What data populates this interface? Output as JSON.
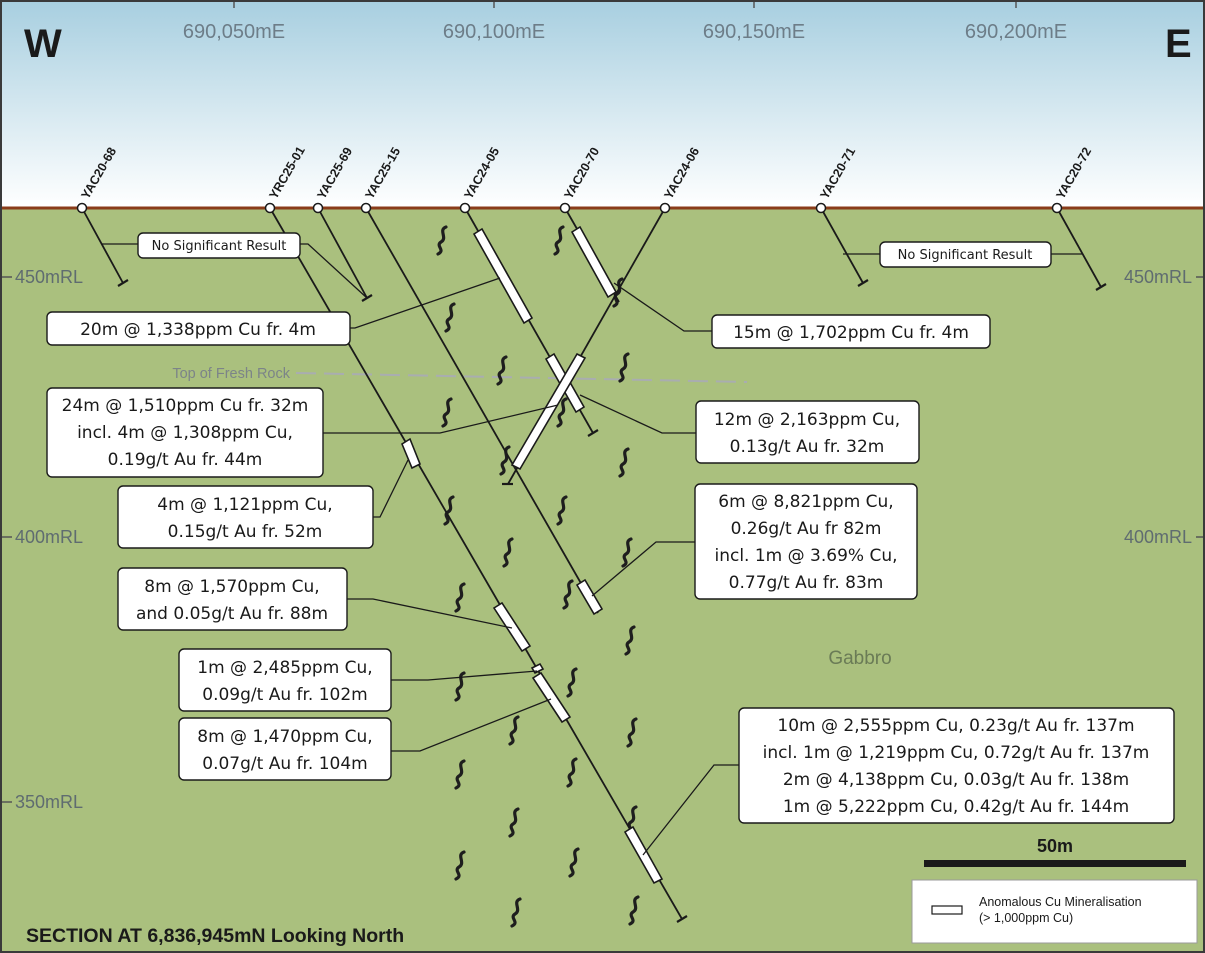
{
  "compass": {
    "west": "W",
    "east": "E"
  },
  "eastings": [
    "690,050mE",
    "690,100mE",
    "690,150mE",
    "690,200mE"
  ],
  "rl_levels": [
    "450mRL",
    "400mRL",
    "350mRL"
  ],
  "holes": [
    "YAC20-68",
    "YRC25-01",
    "YAC25-69",
    "YAC25-15",
    "YAC24-05",
    "YAC20-70",
    "YAC24-06",
    "YAC20-71",
    "YAC20-72"
  ],
  "fresh_rock_label": "Top of Fresh Rock",
  "rock_type": "Gabbro",
  "no_result_label": "No Significant Result",
  "intercepts": [
    {
      "lines": [
        "20m @ 1,338ppm Cu fr. 4m"
      ]
    },
    {
      "lines": [
        "15m @ 1,702ppm Cu fr. 4m"
      ]
    },
    {
      "lines": [
        "24m @ 1,510ppm Cu fr. 32m",
        "incl. 4m @ 1,308ppm Cu,",
        "0.19g/t Au fr. 44m"
      ]
    },
    {
      "lines": [
        "12m @ 2,163ppm Cu,",
        "0.13g/t Au fr. 32m"
      ]
    },
    {
      "lines": [
        "4m @ 1,121ppm Cu,",
        "0.15g/t Au fr. 52m"
      ]
    },
    {
      "lines": [
        "6m @ 8,821ppm Cu,",
        "0.26g/t Au fr 82m",
        "incl. 1m @ 3.69% Cu,",
        "0.77g/t Au fr. 83m"
      ]
    },
    {
      "lines": [
        "8m @ 1,570ppm Cu,",
        "and 0.05g/t Au fr. 88m"
      ]
    },
    {
      "lines": [
        "1m @ 2,485ppm Cu,",
        "0.09g/t Au fr. 102m"
      ]
    },
    {
      "lines": [
        "8m @ 1,470ppm Cu,",
        "0.07g/t Au fr. 104m"
      ]
    },
    {
      "lines": [
        "10m @ 2,555ppm Cu, 0.23g/t Au fr. 137m",
        "incl. 1m @ 1,219ppm Cu, 0.72g/t Au fr. 137m",
        "2m @ 4,138ppm Cu, 0.03g/t Au fr. 138m",
        "1m @ 5,222ppm Cu, 0.42g/t Au fr. 144m"
      ]
    }
  ],
  "scale_bar_label": "50m",
  "legend": {
    "line1": "Anomalous Cu Mineralisation",
    "line2": "(> 1,000ppm Cu)"
  },
  "section_title": "SECTION AT 6,836,945mN Looking North",
  "colors": {
    "sky_top": "#a8cfe0",
    "sky_bottom": "#ffffff",
    "ground": "#aac07e",
    "surface": "#8a3c1a",
    "fresh_rock": "#a9adb0"
  }
}
